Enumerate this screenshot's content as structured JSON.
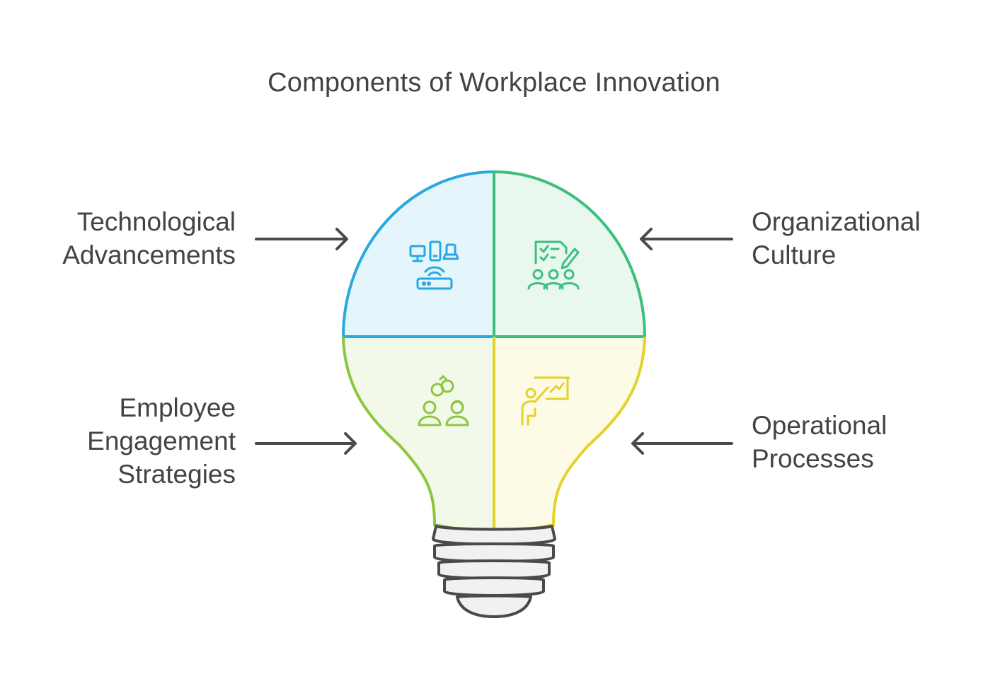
{
  "title": "Components of Workplace Innovation",
  "components": [
    {
      "id": "tech",
      "lines": [
        "Technological",
        "Advancements"
      ],
      "color": "#2aa8e0",
      "fill": "#e4f5fc",
      "icon": "devices-router-icon"
    },
    {
      "id": "org",
      "lines": [
        "Organizational",
        "Culture"
      ],
      "color": "#3dbf7a",
      "fill": "#e8f8ef",
      "icon": "checklist-team-icon"
    },
    {
      "id": "emp",
      "lines": [
        "Employee",
        "Engagement",
        "Strategies"
      ],
      "color": "#8cc63f",
      "fill": "#f2f9e8",
      "icon": "people-exchange-icon"
    },
    {
      "id": "ops",
      "lines": [
        "Operational",
        "Processes"
      ],
      "color": "#e2d22a",
      "fill": "#fdfbe6",
      "icon": "presentation-icon"
    }
  ]
}
